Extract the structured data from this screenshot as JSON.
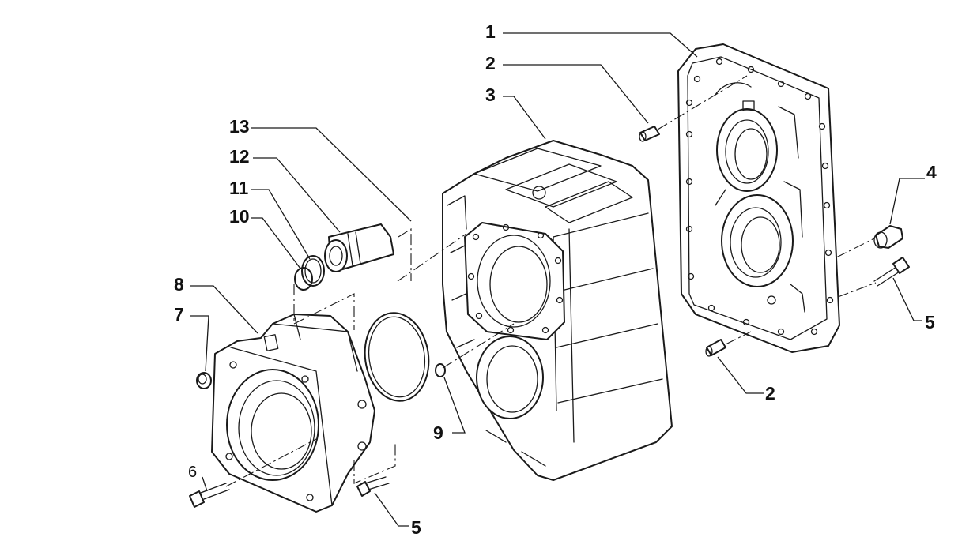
{
  "diagram": {
    "callouts": [
      {
        "id": "c1",
        "label": "1"
      },
      {
        "id": "c2a",
        "label": "2"
      },
      {
        "id": "c3",
        "label": "3"
      },
      {
        "id": "c13",
        "label": "13"
      },
      {
        "id": "c12",
        "label": "12"
      },
      {
        "id": "c11",
        "label": "11"
      },
      {
        "id": "c10",
        "label": "10"
      },
      {
        "id": "c8",
        "label": "8"
      },
      {
        "id": "c7",
        "label": "7"
      },
      {
        "id": "c4",
        "label": "4"
      },
      {
        "id": "c5a",
        "label": "5"
      },
      {
        "id": "c2b",
        "label": "2"
      },
      {
        "id": "c9",
        "label": "9"
      },
      {
        "id": "c6",
        "label": "6"
      },
      {
        "id": "c5b",
        "label": "5"
      }
    ]
  }
}
